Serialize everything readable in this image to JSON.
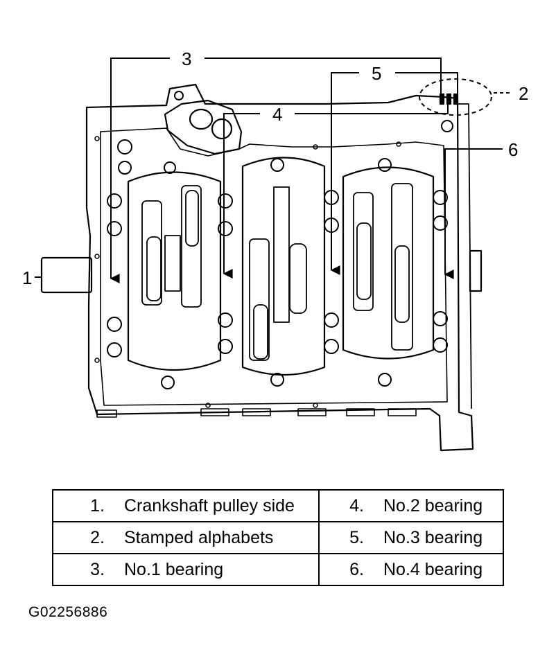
{
  "diagram": {
    "callouts": [
      {
        "id": "1",
        "text": "1"
      },
      {
        "id": "2",
        "text": "2"
      },
      {
        "id": "3",
        "text": "3"
      },
      {
        "id": "4",
        "text": "4"
      },
      {
        "id": "5",
        "text": "5"
      },
      {
        "id": "6",
        "text": "6"
      }
    ]
  },
  "legend": {
    "rows": [
      [
        {
          "num": "1.",
          "label": "Crankshaft pulley side"
        },
        {
          "num": "4.",
          "label": "No.2 bearing"
        }
      ],
      [
        {
          "num": "2.",
          "label": "Stamped alphabets"
        },
        {
          "num": "5.",
          "label": "No.3 bearing"
        }
      ],
      [
        {
          "num": "3.",
          "label": "No.1 bearing"
        },
        {
          "num": "6.",
          "label": "No.4 bearing"
        }
      ]
    ]
  },
  "figure_code": "G02256886"
}
